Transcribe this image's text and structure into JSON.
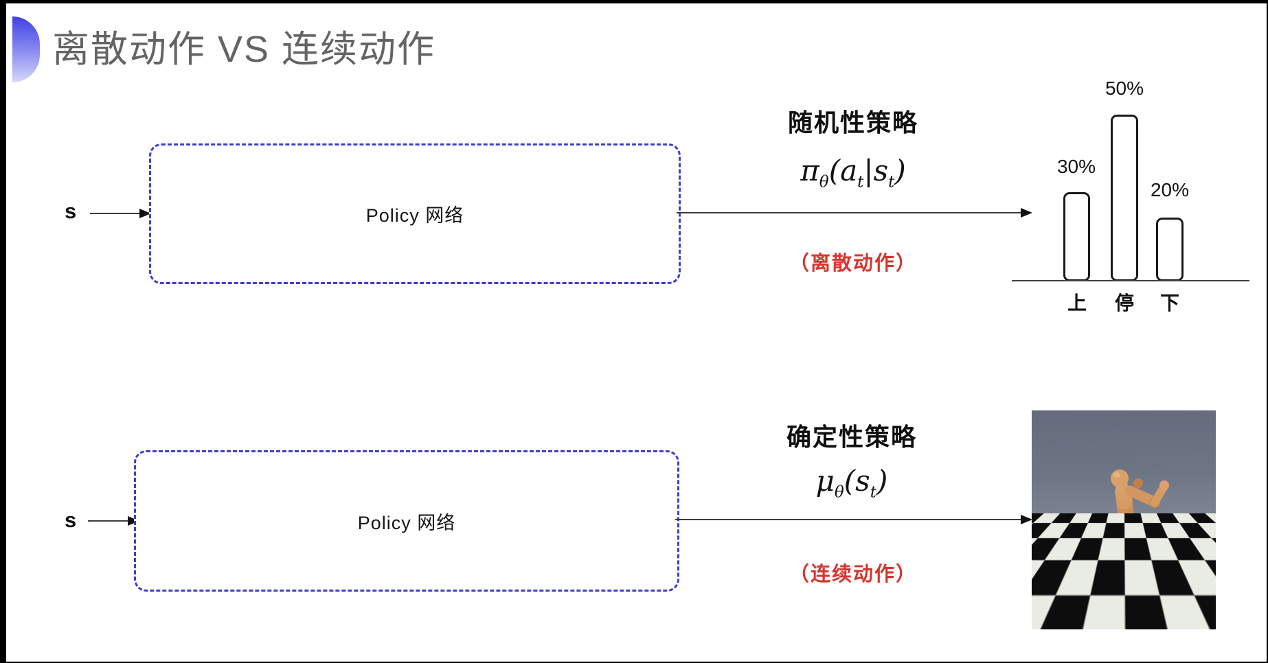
{
  "title": "离散动作 VS 连续动作",
  "rows": {
    "discrete": {
      "input": "s",
      "box": "Policy 网络",
      "policy_type": "随机性策略",
      "action_note": "（离散动作）",
      "formula": {
        "sym": "π",
        "sym_sub": "θ",
        "open": "(",
        "arg1": "a",
        "arg1_sub": "t",
        "sep": "|",
        "arg2": "s",
        "arg2_sub": "t",
        "close": ")"
      }
    },
    "continuous": {
      "input": "s",
      "box": "Policy 网络",
      "policy_type": "确定性策略",
      "action_note": "（连续动作）",
      "formula": {
        "sym": "μ",
        "sym_sub": "θ",
        "open": "(",
        "arg1": "s",
        "arg1_sub": "t",
        "close": ")"
      }
    }
  },
  "chart_data": {
    "type": "bar",
    "categories": [
      "上",
      "停",
      "下"
    ],
    "values": [
      30,
      50,
      20
    ],
    "labels": [
      "30%",
      "50%",
      "20%"
    ],
    "title": "",
    "xlabel": "",
    "ylabel": "",
    "ylim": [
      0,
      60
    ],
    "grid": false,
    "legend": "none"
  },
  "colors": {
    "box_dash_blue": "#3d3dcb",
    "note_red": "#d6352e",
    "title_gray": "#646467",
    "deco_blue_top": "#4040e6",
    "deco_blue_bottom": "#d6d8fb"
  }
}
